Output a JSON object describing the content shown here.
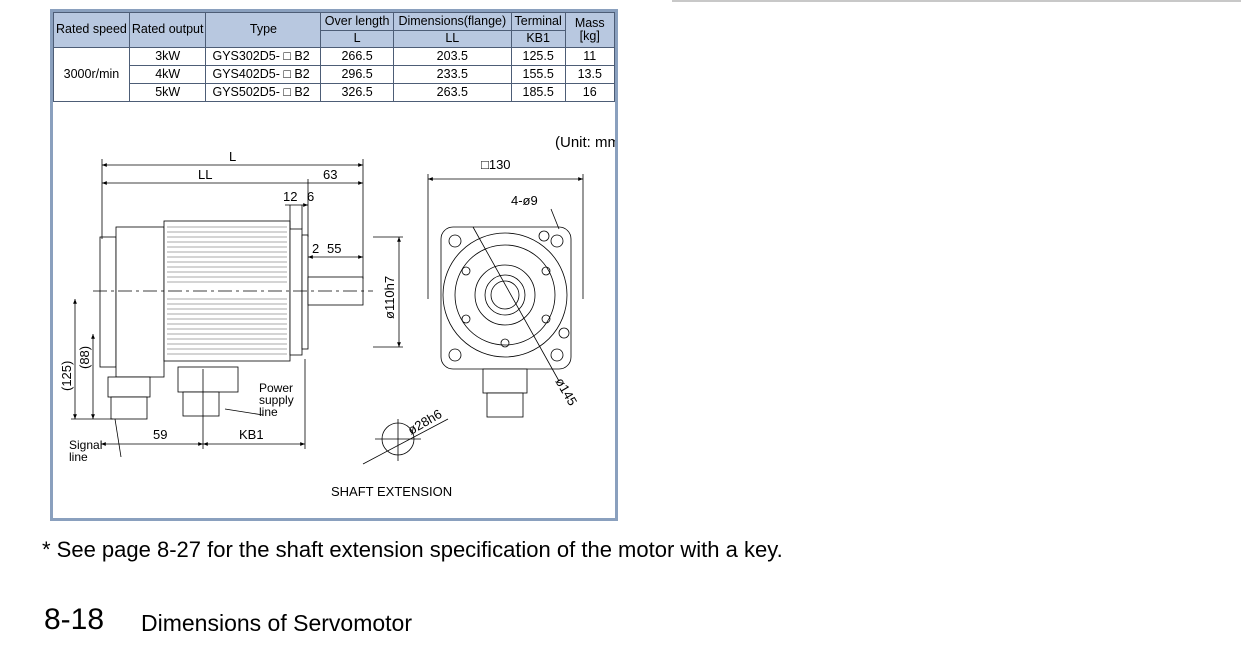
{
  "table": {
    "headers": {
      "rated_speed": "Rated speed",
      "rated_output": "Rated output",
      "type": "Type",
      "over_length": "Over length",
      "over_length_sub": "L",
      "dimensions": "Dimensions(flange)",
      "dimensions_sub": "LL",
      "terminal": "Terminal",
      "terminal_sub": "KB1",
      "mass": "Mass",
      "mass_sub": "[kg]"
    },
    "speed": "3000r/min",
    "rows": [
      {
        "output": "3kW",
        "type": "GYS302D5- □ B2",
        "L": "266.5",
        "LL": "203.5",
        "KB1": "125.5",
        "mass": "11"
      },
      {
        "output": "4kW",
        "type": "GYS402D5- □ B2",
        "L": "296.5",
        "LL": "233.5",
        "KB1": "155.5",
        "mass": "13.5"
      },
      {
        "output": "5kW",
        "type": "GYS502D5- □ B2",
        "L": "326.5",
        "LL": "263.5",
        "KB1": "185.5",
        "mass": "16"
      }
    ]
  },
  "drawing": {
    "unit": "(Unit: mm)",
    "dim_L": "L",
    "dim_LL": "LL",
    "dim_63": "63",
    "dim_12": "12",
    "dim_6": "6",
    "dim_2": "2",
    "dim_55": "55",
    "dim_110": "ø110h7",
    "dim_125": "(125)",
    "dim_88": "(88)",
    "dim_59": "59",
    "dim_KB1": "KB1",
    "power_1": "Power",
    "power_2": "supply",
    "power_3": "line",
    "signal_1": "Signal",
    "signal_2": "line",
    "dim_130": "□130",
    "holes": "4-ø9",
    "dim_145": "ø145",
    "dim_28": "ø28h6",
    "shaft_label": "SHAFT EXTENSION"
  },
  "footnote": "* See page 8-27 for the shaft extension specification of the motor with a key.",
  "page": {
    "number": "8-18",
    "title": "Dimensions of Servomotor"
  }
}
